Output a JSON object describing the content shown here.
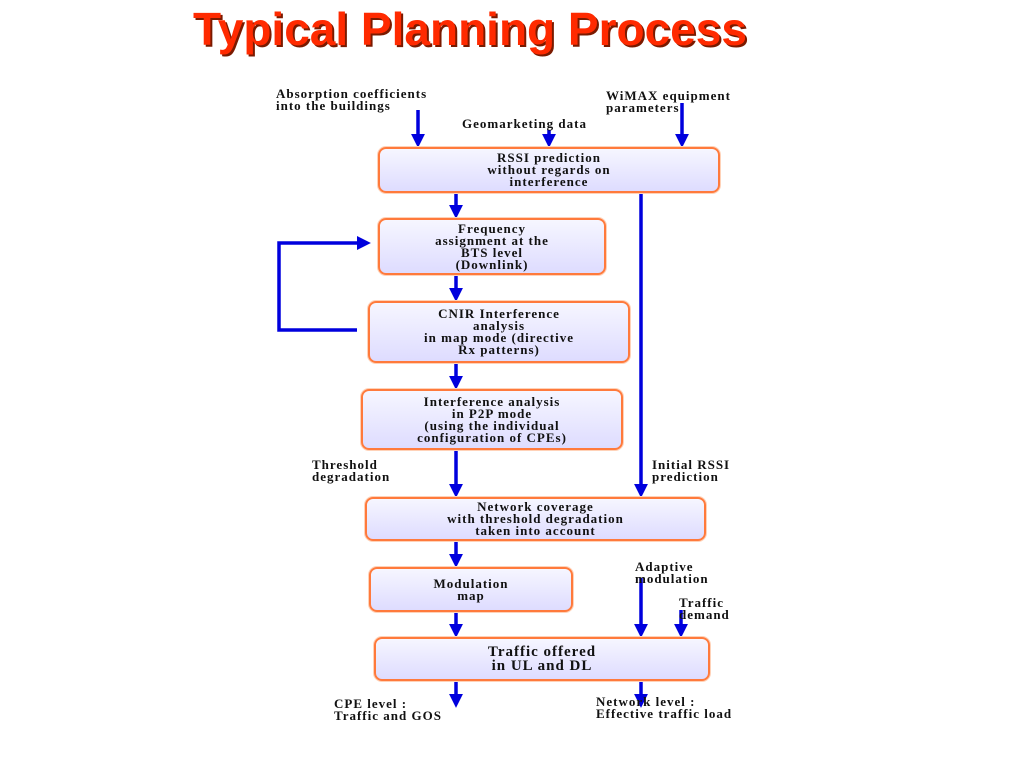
{
  "title": "Typical Planning Process",
  "diagram": {
    "boxes": {
      "rssi": "RSSI prediction\nwithout regards on\ninterference",
      "freq": "Frequency\nassignment at the\nBTS level\n(Downlink)",
      "cnir": "CNIR Interference\nanalysis\nin map mode (directive\nRx patterns)",
      "p2p": "Interference analysis\nin P2P mode\n(using the individual\nconfiguration of CPEs)",
      "coverage": "Network coverage\nwith threshold degradation\ntaken into account",
      "modulation": "Modulation\nmap",
      "traffic": "Traffic offered\nin UL and DL"
    },
    "inputs": {
      "absorption": "Absorption coefficients\ninto the buildings",
      "geomarketing": "Geomarketing data",
      "wimax": "WiMAX equipment\n    parameters"
    },
    "labels": {
      "threshold": "  Threshold\ndegradation",
      "initial_rssi": "Initial RSSI\nprediction",
      "adaptive": "Adaptive\n    modulation",
      "traffic_demand": "Traffic\n  demand"
    },
    "outputs": {
      "cpe": "CPE level :\nTraffic and GOS",
      "network": "    Network level :\nEffective traffic load"
    }
  },
  "colors": {
    "title": "#ff2a00",
    "arrow": "#0000dd",
    "box_border": "#ff7a3c",
    "box_fill": "#e4e2ff"
  }
}
